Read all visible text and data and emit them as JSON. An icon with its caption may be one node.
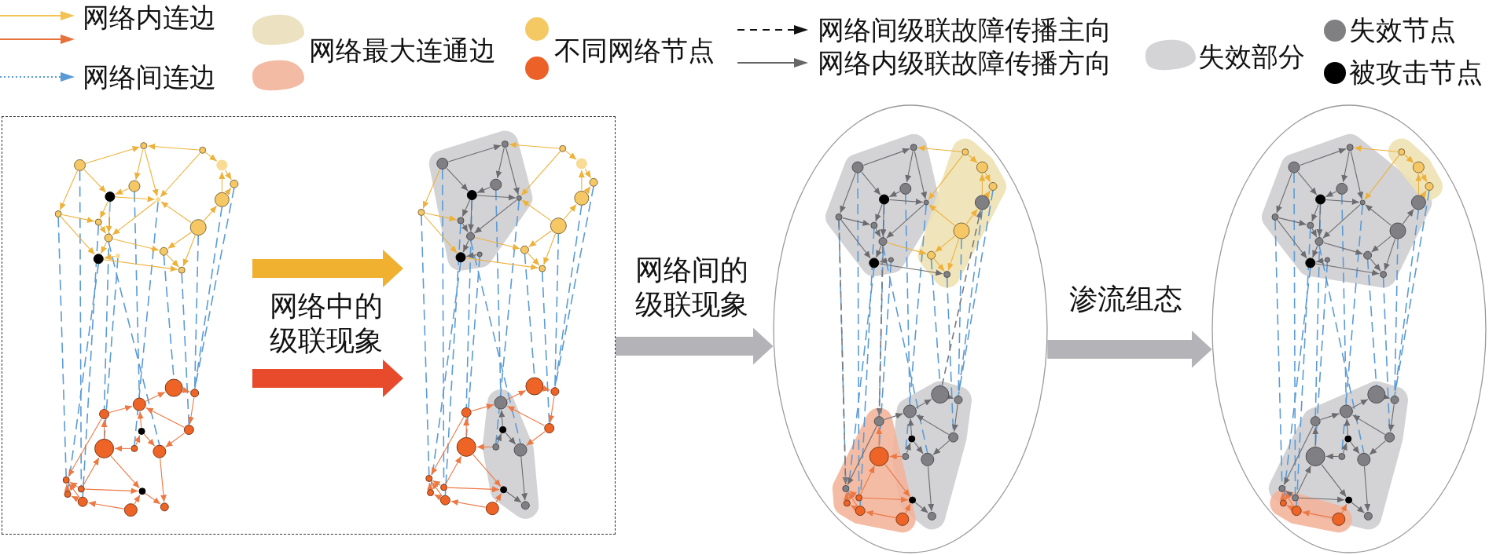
{
  "diagram": {
    "nodes": [
      {
        "text": [],
        "shape": "box"
      },
      {
        "text": [],
        "shape": "picture",
        "in": 0
      },
      {
        "text": [],
        "shape": "picture",
        "in": 0
      },
      {
        "text": [],
        "shape": "ellipse"
      },
      {
        "text": [],
        "shape": "picture",
        "in": 3
      },
      {
        "text": [],
        "shape": "ellipse"
      },
      {
        "text": [],
        "shape": "picture",
        "in": 5
      }
    ],
    "edges": [
      {
        "from": 1,
        "to": 2,
        "arrow": "to",
        "label": "网络中的级联现象",
        "color": "#f0b030"
      },
      {
        "from": 1,
        "to": 2,
        "arrow": "to",
        "color": "#e84a2c"
      },
      {
        "from": 0,
        "to": 3,
        "arrow": "to",
        "label": "网络间的级联现象"
      },
      {
        "from": 3,
        "to": 5,
        "arrow": "to",
        "label": "渗流组态"
      }
    ],
    "legend": [
      {
        "text": "网络内连边"
      },
      {
        "text": "网络间连边"
      },
      {
        "text": "网络最大连通边"
      },
      {
        "text": "不同网络节点"
      },
      {
        "text": "网络间级联故障传播主向"
      },
      {
        "text": "网络内级联故障传播方向"
      },
      {
        "text": "失效部分",
        "color": "#d4d4d6"
      },
      {
        "text": "失效节点",
        "color": "#808083"
      },
      {
        "text": "被攻击节点",
        "color": "#000000"
      }
    ]
  }
}
